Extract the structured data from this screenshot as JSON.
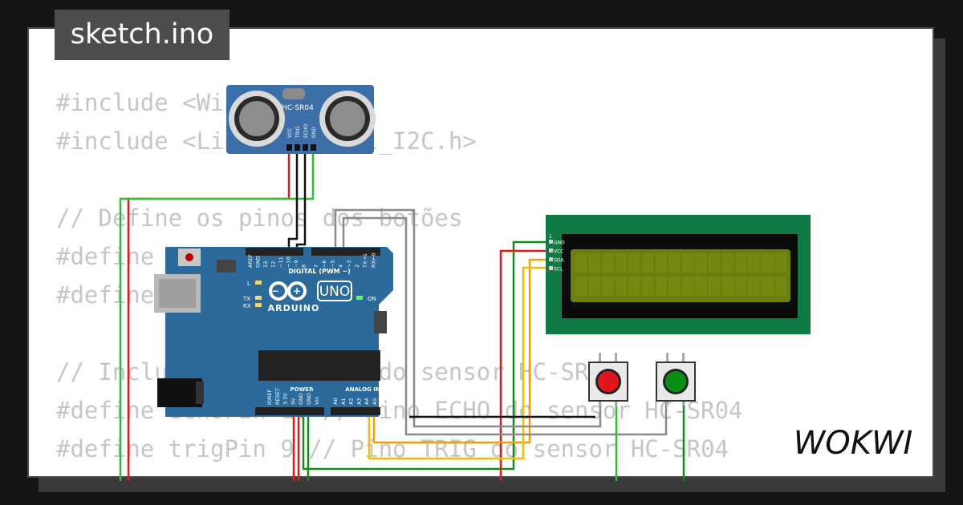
{
  "tab": {
    "label": "sketch.ino"
  },
  "code_lines": [
    "#include <Wire.h>",
    "#include <LiquidCrystal_I2C.h>",
    "",
    "// Define os pinos dos botões",
    "#define buttonPin1 2",
    "#define buttonPin2 3",
    "",
    "// Inclui a biblioteca do sensor HC-SR04",
    "#define echoPin 10 // Pino ECHO do sensor HC-SR04",
    "#define trigPin 9 // Pino TRIG do sensor HC-SR04"
  ],
  "sensor": {
    "name": "HC-SR04",
    "pins": [
      "VCC",
      "TRIG",
      "ECHO",
      "GND"
    ]
  },
  "arduino": {
    "logo": "ARDUINO",
    "model": "UNO",
    "digital_label": "DIGITAL (PWM ~)",
    "digital_pins": [
      "AREF",
      "GND",
      "13",
      "12",
      "~11",
      "~10",
      "~9",
      "8",
      "7",
      "~6",
      "~5",
      "4",
      "~3",
      "2",
      "TX→1",
      "RX←0"
    ],
    "power_label": "POWER",
    "analog_label": "ANALOG IN",
    "power_pins": [
      "IOREF",
      "RESET",
      "3.3V",
      "5V",
      "GND",
      "GND",
      "Vin"
    ],
    "analog_pins": [
      "A0",
      "A1",
      "A2",
      "A3",
      "A4",
      "A5"
    ],
    "leds": [
      "L",
      "TX",
      "RX",
      "ON"
    ]
  },
  "lcd": {
    "pins": [
      "GND",
      "VCC",
      "SDA",
      "SCL"
    ],
    "pin1_label": "1"
  },
  "buttons": [
    {
      "color": "#e0161c"
    },
    {
      "color": "#0a8f14"
    }
  ],
  "brand": {
    "name": "WOKWI"
  },
  "colors": {
    "background": "#151515",
    "card": "#ffffff",
    "tab": "#4d4d4d",
    "arduino_board": "#2b6a9a",
    "sensor_board": "#3c6fa8",
    "lcd_pcb": "#0f7a44",
    "lcd_screen": "#6b7f0e",
    "wire_red": "#e01b1b",
    "wire_black": "#111111",
    "wire_green": "#2fbf2f",
    "wire_gray": "#8a8a8a",
    "wire_orange": "#f0a000",
    "wire_yellow": "#f0c000",
    "wire_darkgreen": "#168a16"
  }
}
